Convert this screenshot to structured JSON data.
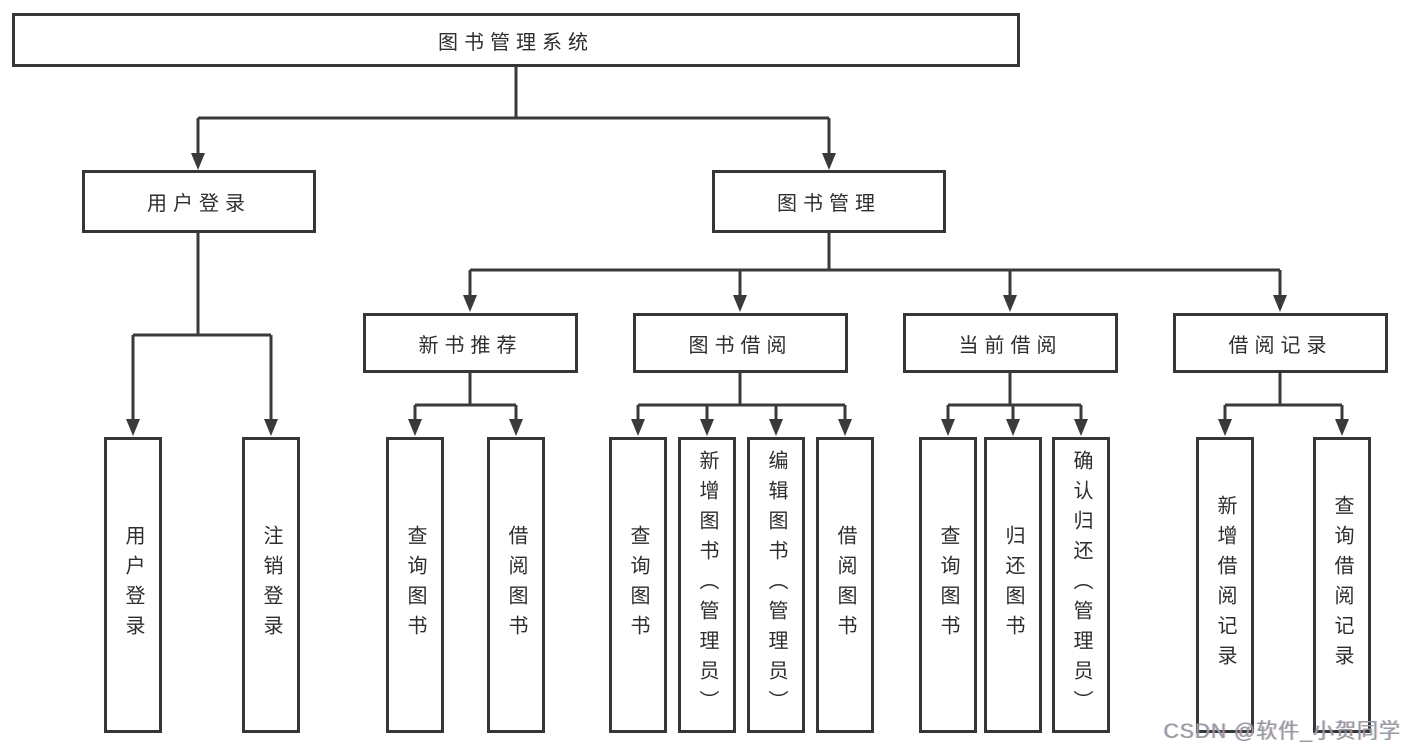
{
  "tree": {
    "root": {
      "label": "图书管理系统",
      "children": [
        {
          "label": "用户登录",
          "children": [
            {
              "label": "用户登录"
            },
            {
              "label": "注销登录"
            }
          ]
        },
        {
          "label": "图书管理",
          "children": [
            {
              "label": "新书推荐",
              "children": [
                {
                  "label": "查询图书"
                },
                {
                  "label": "借阅图书"
                }
              ]
            },
            {
              "label": "图书借阅",
              "children": [
                {
                  "label": "查询图书"
                },
                {
                  "label": "新增图书（管理员）"
                },
                {
                  "label": "编辑图书（管理员）"
                },
                {
                  "label": "借阅图书"
                }
              ]
            },
            {
              "label": "当前借阅",
              "children": [
                {
                  "label": "查询图书"
                },
                {
                  "label": "归还图书"
                },
                {
                  "label": "确认归还（管理员）"
                }
              ]
            },
            {
              "label": "借阅记录",
              "children": [
                {
                  "label": "新增借阅记录"
                },
                {
                  "label": "查询借阅记录"
                }
              ]
            }
          ]
        }
      ]
    }
  },
  "watermark": {
    "text": "CSDN @软件_小贺同学"
  },
  "colors": {
    "background": "#ffffff",
    "box_border": "#363636",
    "line": "#3a3a3a",
    "text": "#2e2e2e",
    "watermark": "#96999e"
  }
}
